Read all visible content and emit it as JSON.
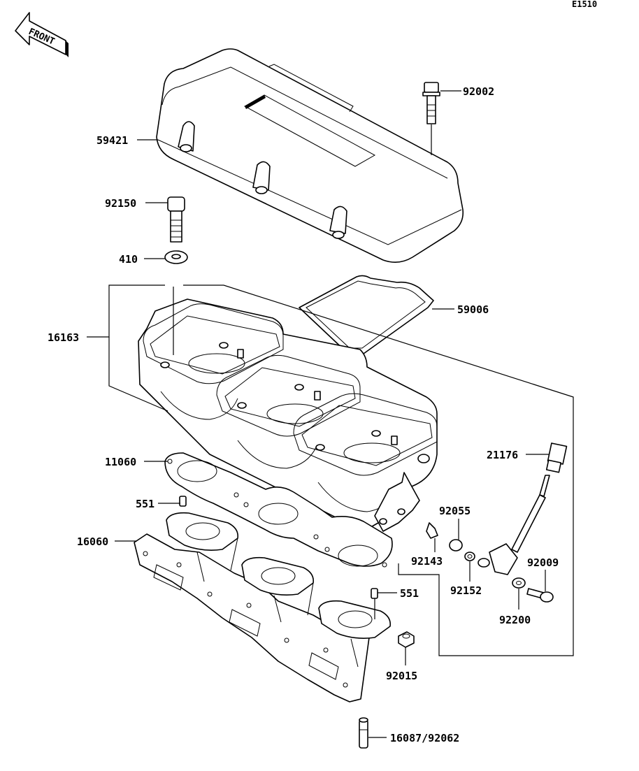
{
  "diagram_code": "E1510",
  "front_label": "FRONT",
  "callouts": {
    "p92002": "92002",
    "p59421": "59421",
    "p92150": "92150",
    "p410": "410",
    "p59006": "59006",
    "p16163": "16163",
    "p21176": "21176",
    "p11060": "11060",
    "p551a": "551",
    "p92055": "92055",
    "p16060": "16060",
    "p92143": "92143",
    "p92009": "92009",
    "p92152": "92152",
    "p551b": "551",
    "p92200": "92200",
    "p92015": "92015",
    "p16087": "16087/92062"
  }
}
